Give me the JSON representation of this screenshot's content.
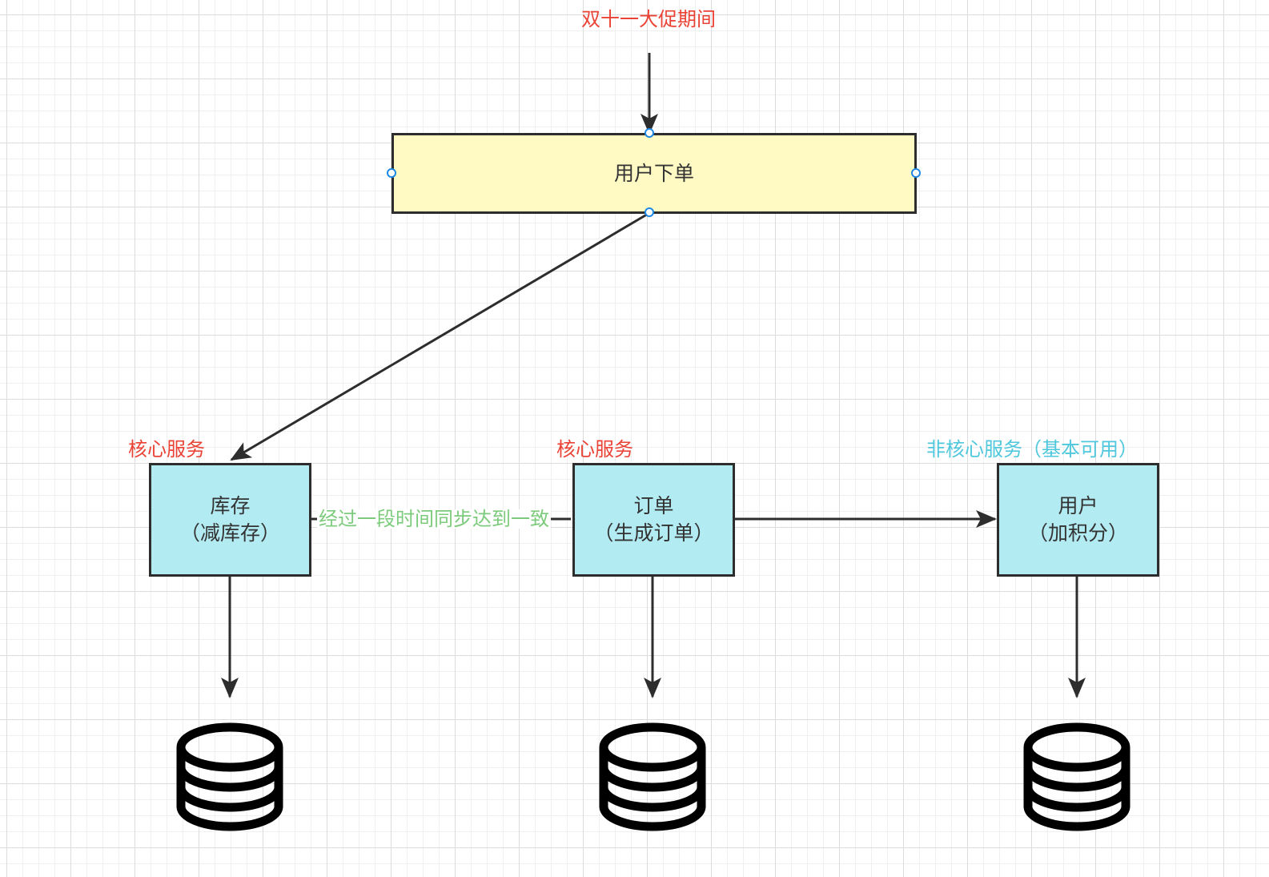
{
  "title": "双十一大促期间",
  "nodes": {
    "order_entry": {
      "label": "用户下单"
    },
    "inventory": {
      "line1": "库存",
      "line2": "（减库存）",
      "tag": "核心服务"
    },
    "order": {
      "line1": "订单",
      "line2": "（生成订单）",
      "tag": "核心服务"
    },
    "user": {
      "line1": "用户",
      "line2": "（加积分）",
      "tag": "非核心服务（基本可用）"
    }
  },
  "edge_labels": {
    "sync": "经过一段时间同步达到一致"
  },
  "colors": {
    "core_tag": "#ea4335",
    "noncore_tag": "#4fc7dd",
    "sync_label": "#7ccb7c",
    "main_box": "#fff9c4",
    "service_box": "#b3ebf2"
  },
  "icons": [
    "database-icon",
    "database-icon",
    "database-icon"
  ]
}
